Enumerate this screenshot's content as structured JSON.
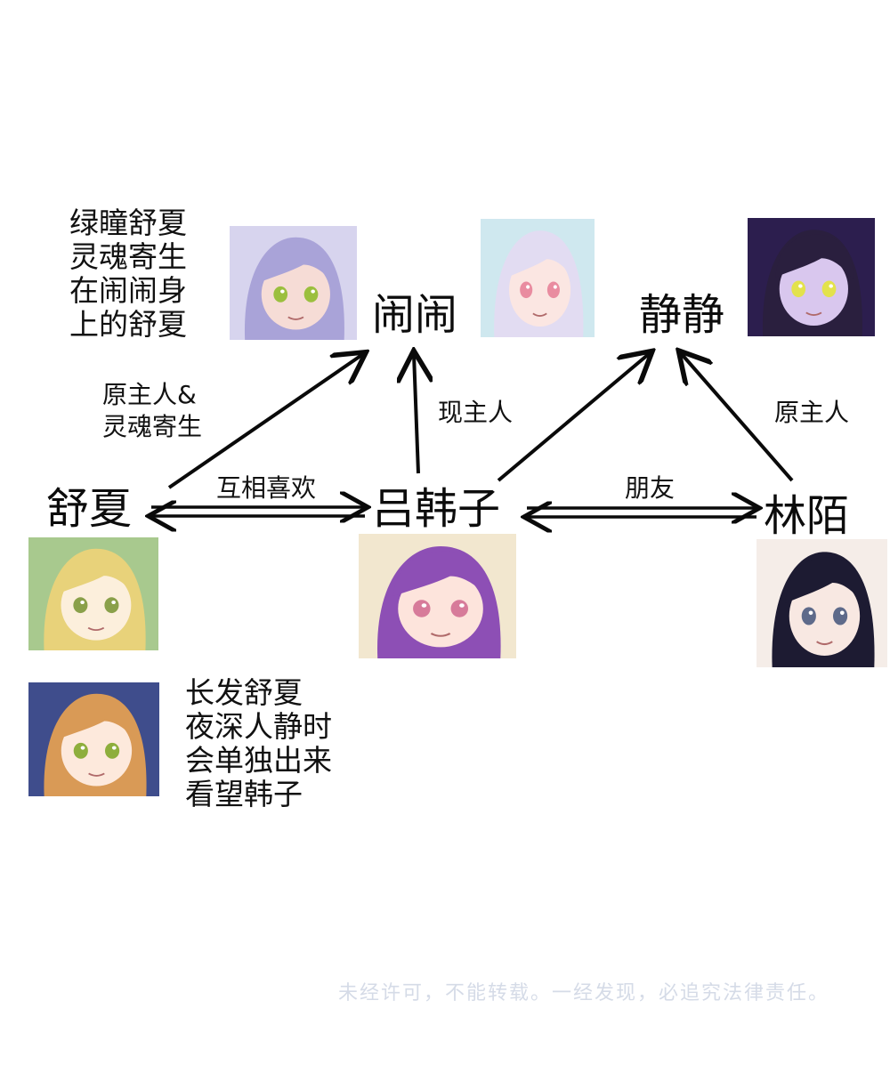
{
  "nodes": {
    "shuxia": "舒夏",
    "naonao": "闹闹",
    "jingjing": "静静",
    "lvhanzi": "吕韩子",
    "linmo": "林陌"
  },
  "relations": {
    "shuxia_naonao": "原主人&",
    "shuxia_naonao_2": "灵魂寄生",
    "lvhanzi_naonao": "现主人",
    "linmo_jingjing": "原主人",
    "shuxia_lvhanzi": "互相喜欢",
    "lvhanzi_linmo": "朋友"
  },
  "notes": {
    "green_eye": [
      "绿瞳舒夏",
      "灵魂寄生",
      "在闹闹身",
      "上的舒夏"
    ],
    "long_hair": [
      "长发舒夏",
      "夜深人静时",
      "会单独出来",
      "看望韩子"
    ]
  },
  "portraits": {
    "green_eye_shuxia": {
      "hair": "#a9a3d8",
      "skin": "#f6dcd6",
      "eye": "#9bbf3e",
      "bg": "#d7d4ee"
    },
    "naonao": {
      "hair": "#e2dcf2",
      "skin": "#fbe6e2",
      "eye": "#e98ca0",
      "bg": "#cfe8ef"
    },
    "jingjing": {
      "hair": "#2a1f3e",
      "skin": "#d9c7ee",
      "eye": "#e3e24c",
      "bg": "#2c1e4e"
    },
    "shuxia": {
      "hair": "#e8d27a",
      "skin": "#fcefdc",
      "eye": "#8aa04a",
      "bg": "#a8c98e"
    },
    "lvhanzi": {
      "hair": "#8d4fb5",
      "skin": "#fde4dc",
      "eye": "#d77b9a",
      "bg": "#f2e7cf"
    },
    "linmo": {
      "hair": "#1d1b32",
      "skin": "#f8e8e2",
      "eye": "#5e6a8a",
      "bg": "#f5ede8"
    },
    "long_hair_shuxia": {
      "hair": "#d99a56",
      "skin": "#fde9dc",
      "eye": "#8eae3c",
      "bg": "#3f4d8c"
    }
  },
  "watermark": "未经许可，不能转载。一经发现，必追究法律责任。",
  "arrow_color": "#0a0a0a"
}
